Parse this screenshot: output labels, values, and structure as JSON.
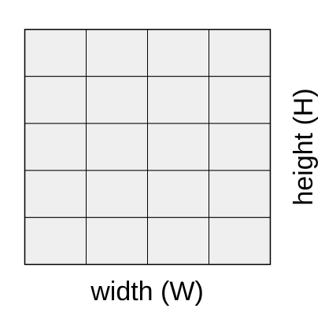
{
  "diagram": {
    "grid": {
      "rows": 5,
      "columns": 4
    },
    "width_label": "width (W)",
    "height_label": "height (H)",
    "colors": {
      "cell_fill": "#efefef",
      "line": "#000000",
      "text": "#000000",
      "background": "#ffffff"
    }
  }
}
